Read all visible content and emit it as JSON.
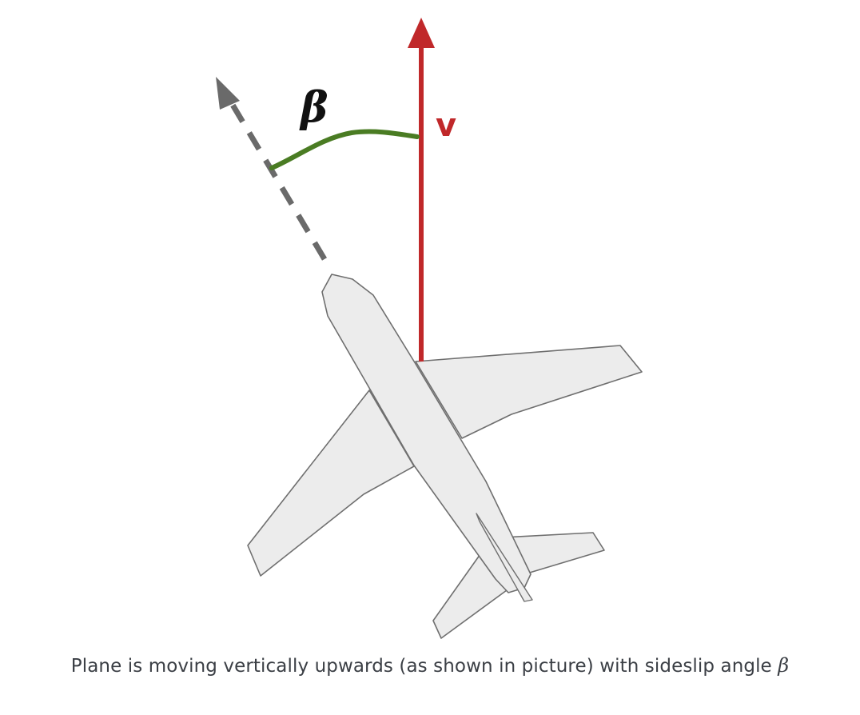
{
  "diagram": {
    "beta_label": "β",
    "velocity_label": "v",
    "caption_text": "Plane is moving vertically upwards (as shown in picture) with sideslip angle",
    "caption_symbol": "β"
  },
  "colors": {
    "velocity_arrow": "#c0282a",
    "heading_arrow": "#6a6a6a",
    "angle_arc": "#4a7c23",
    "airplane_fill": "#ececec",
    "airplane_outline": "#6f6f6f",
    "caption_text": "#3b3f45"
  }
}
